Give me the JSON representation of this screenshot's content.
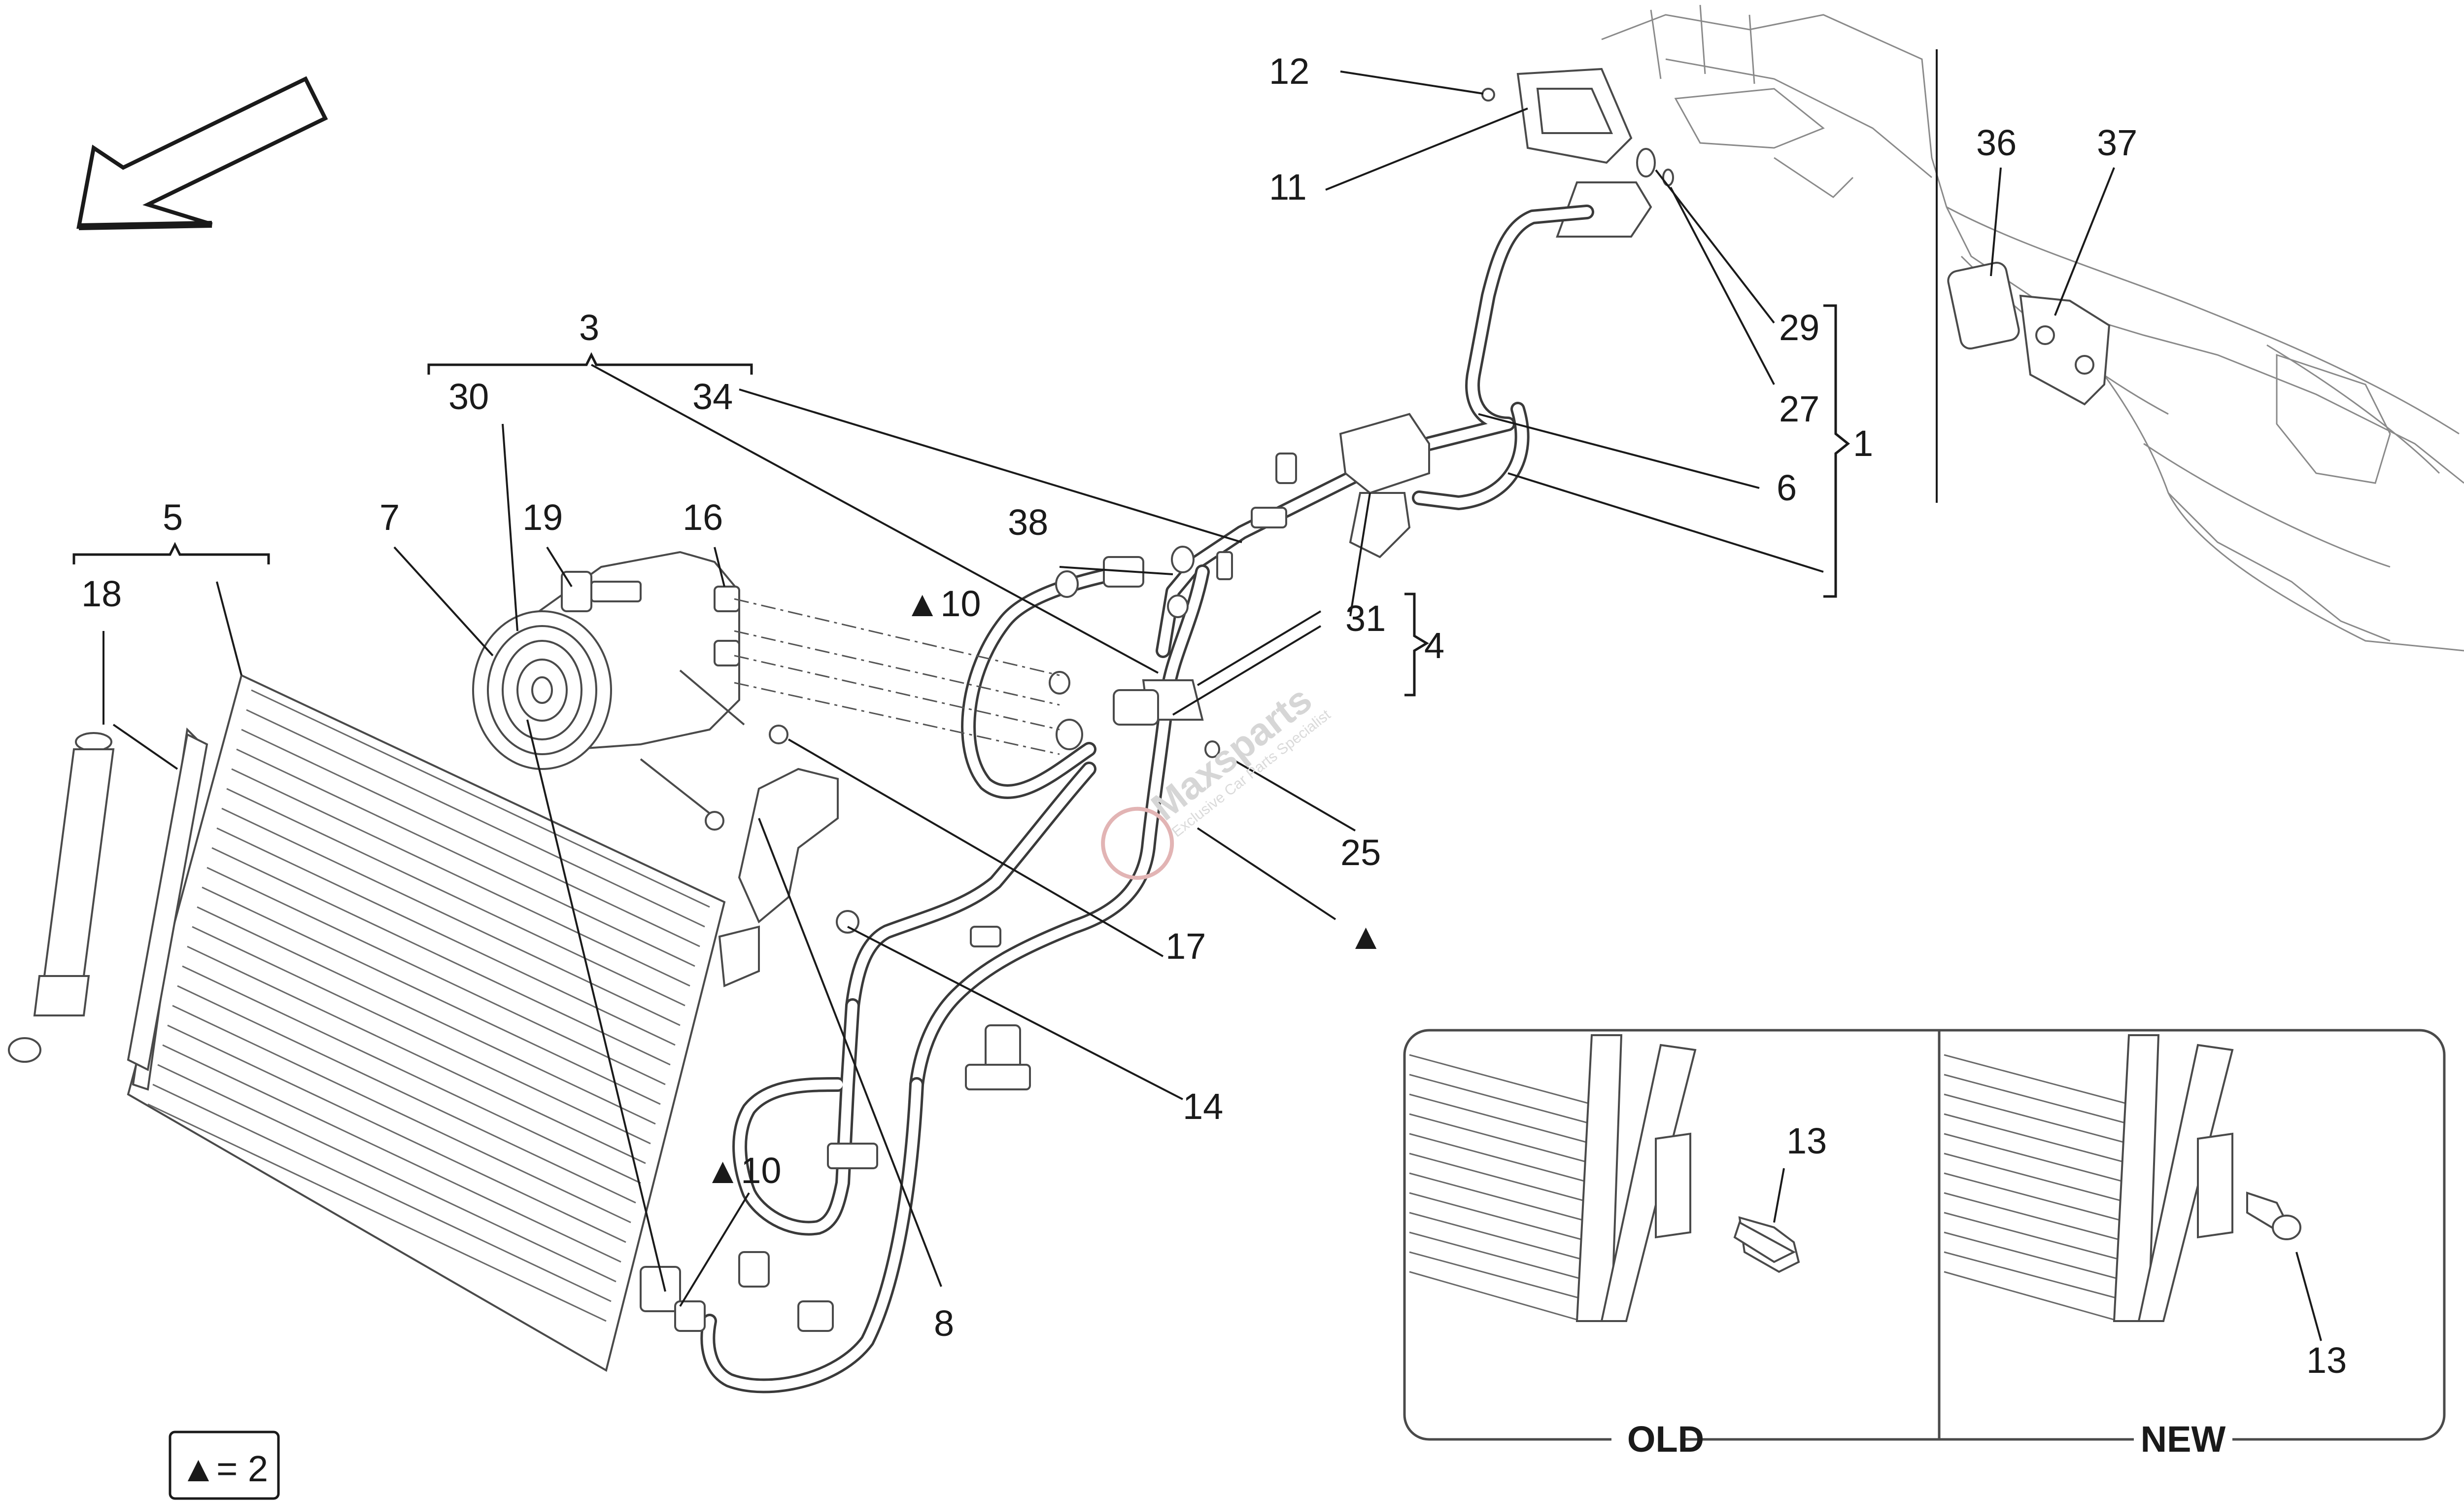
{
  "callouts": {
    "c1": "1",
    "c3": "3",
    "c4": "4",
    "c5": "5",
    "c6": "6",
    "c7": "7",
    "c8": "8",
    "c10a": "▲10",
    "c10b": "▲10",
    "c11": "11",
    "c12": "12",
    "c13a": "13",
    "c13b": "13",
    "c14": "14",
    "c16": "16",
    "c17": "17",
    "c18": "18",
    "c19": "19",
    "c25": "25",
    "c27": "27",
    "c29": "29",
    "c30": "30",
    "c31": "31",
    "c34": "34",
    "c36": "36",
    "c37": "37",
    "c38": "38",
    "c_tri": "▲"
  },
  "inset": {
    "old_label": "OLD",
    "new_label": "NEW"
  },
  "legend": {
    "text": "▲= 2"
  },
  "watermark": {
    "brand": "Maxsparts",
    "tagline": "Exclusive Car Parts Specialist"
  },
  "icons": {
    "direction_arrow": "front-direction-arrow-icon"
  }
}
